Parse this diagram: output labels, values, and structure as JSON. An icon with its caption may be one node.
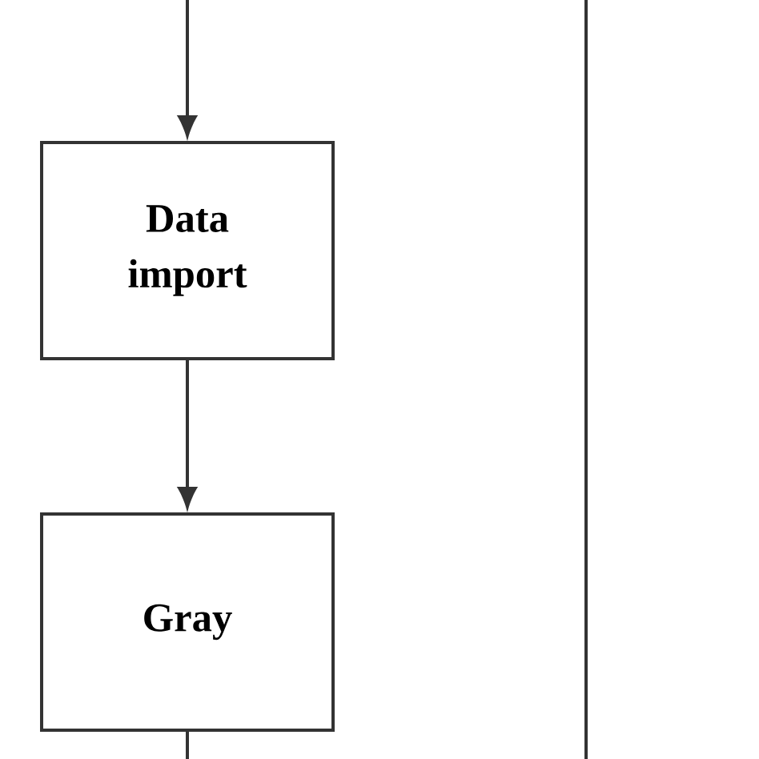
{
  "diagram": {
    "nodes": [
      {
        "text": [
          "Data import"
        ]
      },
      {
        "text": [
          "Gray"
        ]
      }
    ],
    "edges": [
      {
        "from": null,
        "to": 0,
        "arrow": "to"
      },
      {
        "from": 0,
        "to": 1,
        "arrow": "to"
      },
      {
        "from": 1,
        "to": null,
        "arrow": "none"
      }
    ]
  }
}
